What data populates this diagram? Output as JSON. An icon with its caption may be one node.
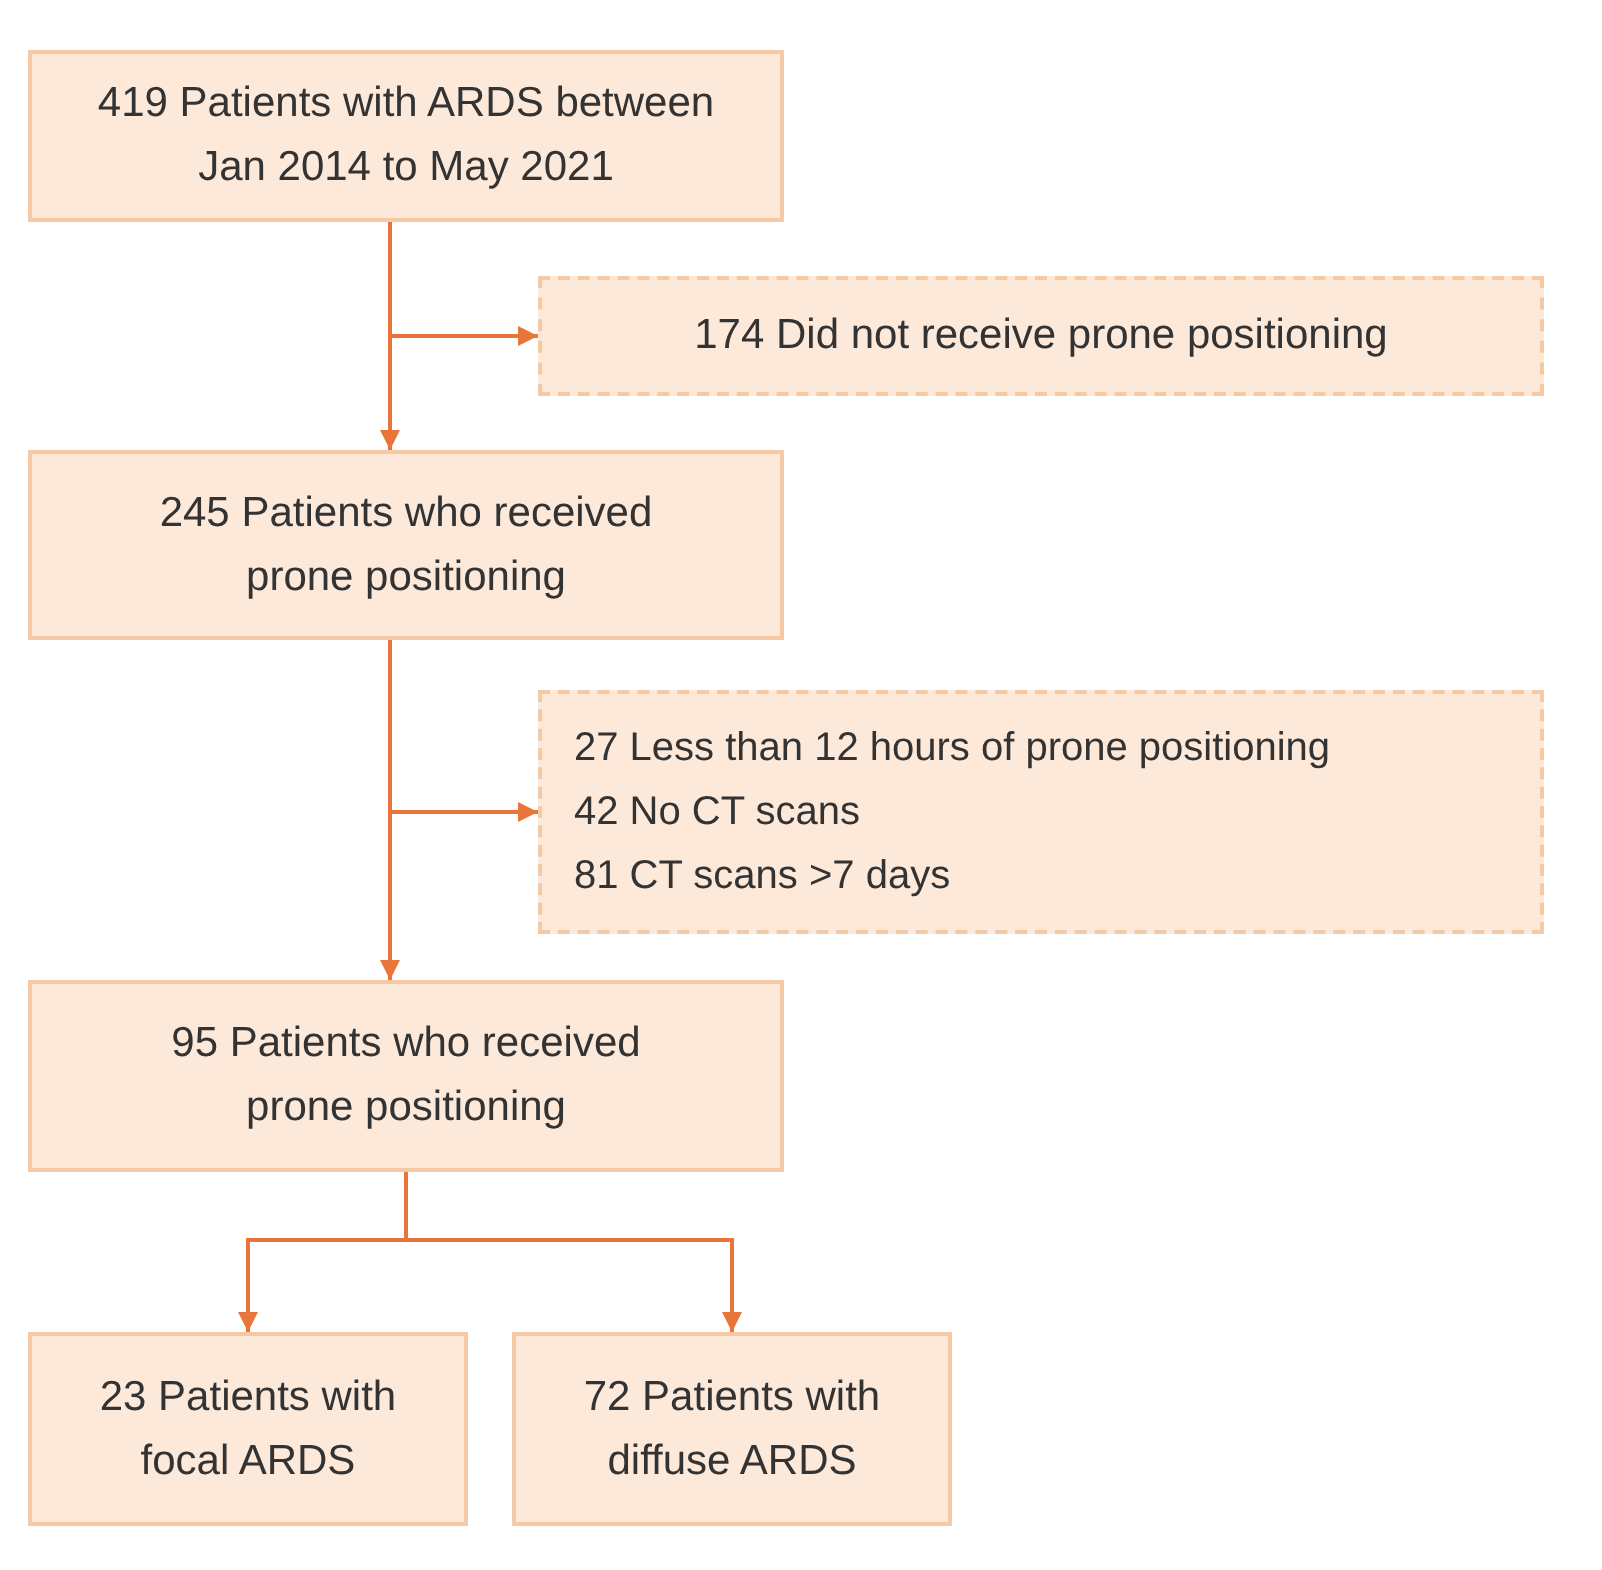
{
  "diagram": {
    "nodes": [
      {
        "text": [
          "419 Patients with ARDS between Jan 2014 to May 2021"
        ]
      },
      {
        "text": [
          "174 Did not receive prone positioning"
        ]
      },
      {
        "text": [
          "245 Patients who received prone positioning"
        ]
      },
      {
        "text": [
          "27 Less than 12 hours of prone positioning",
          "42 No CT scans",
          "81 CT scans >7 days"
        ]
      },
      {
        "text": [
          "95 Patients who received prone positioning"
        ]
      },
      {
        "text": [
          "23 Patients with focal ARDS"
        ]
      },
      {
        "text": [
          "72 Patients with diffuse ARDS"
        ]
      }
    ],
    "edges": [
      {
        "from": 0,
        "to": 1,
        "arrow": "to"
      },
      {
        "from": 0,
        "to": 2,
        "arrow": "to"
      },
      {
        "from": 2,
        "to": 3,
        "arrow": "to"
      },
      {
        "from": 2,
        "to": 4,
        "arrow": "to"
      },
      {
        "from": 4,
        "to": 5,
        "arrow": "to"
      },
      {
        "from": 4,
        "to": 6,
        "arrow": "to"
      }
    ]
  }
}
